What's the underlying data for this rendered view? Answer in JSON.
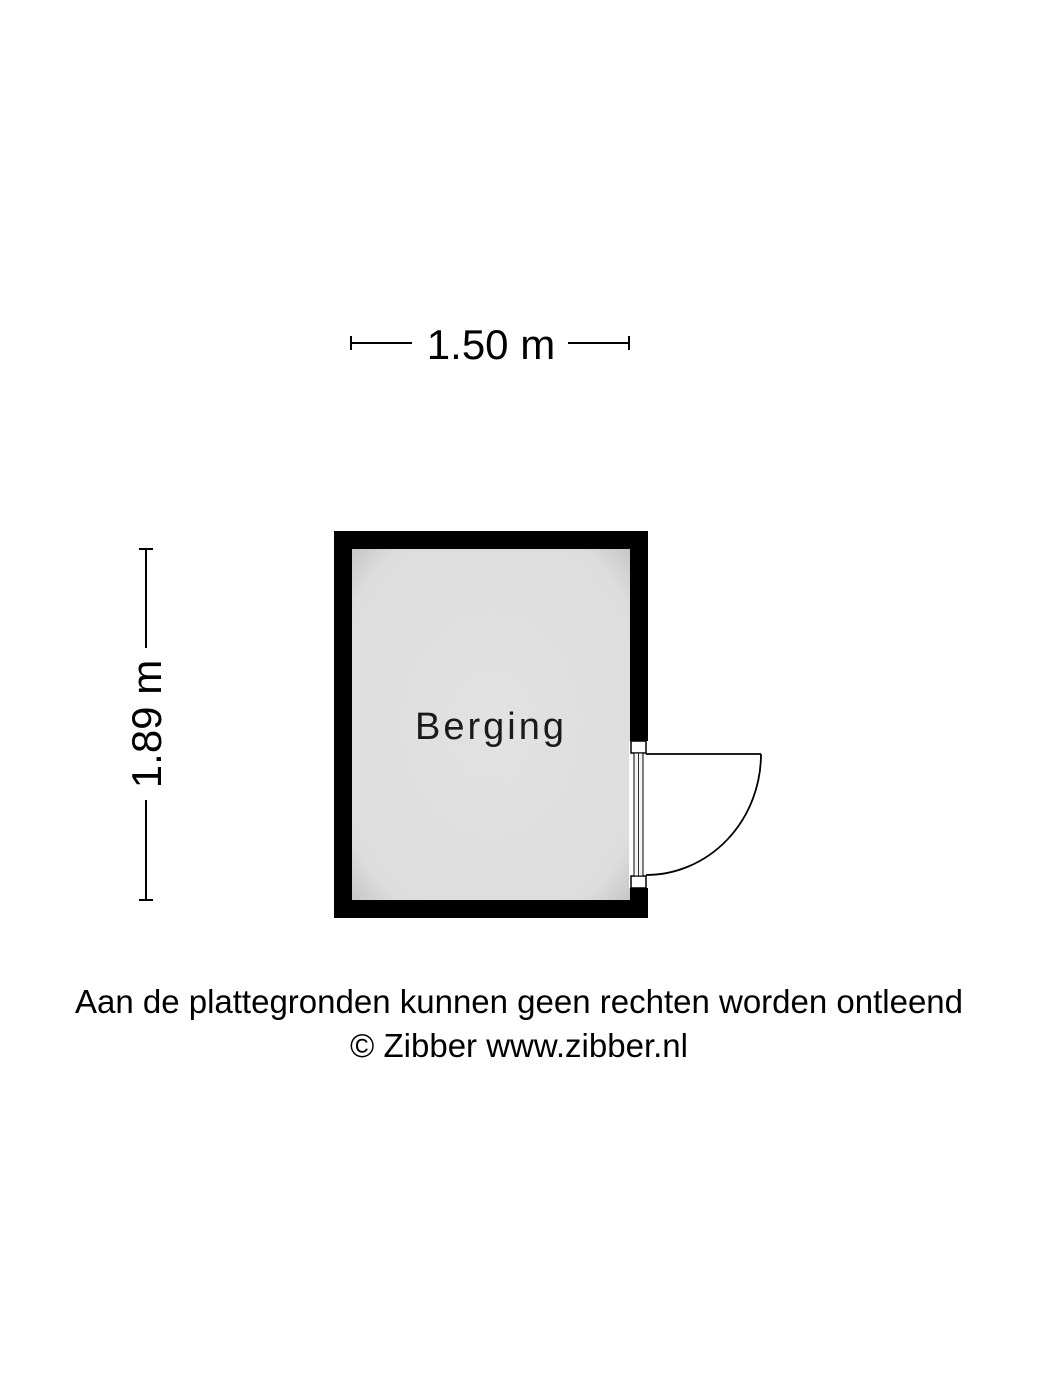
{
  "dimensions": {
    "width_label": "1.50 m",
    "height_label": "1.89 m"
  },
  "room": {
    "name": "Berging"
  },
  "footer": {
    "disclaimer": "Aan de plattegronden kunnen geen rechten worden ontleend",
    "copyright": "© Zibber www.zibber.nl"
  },
  "colors": {
    "wall": "#000000",
    "floor": "#dcdcdc",
    "background": "#ffffff"
  }
}
